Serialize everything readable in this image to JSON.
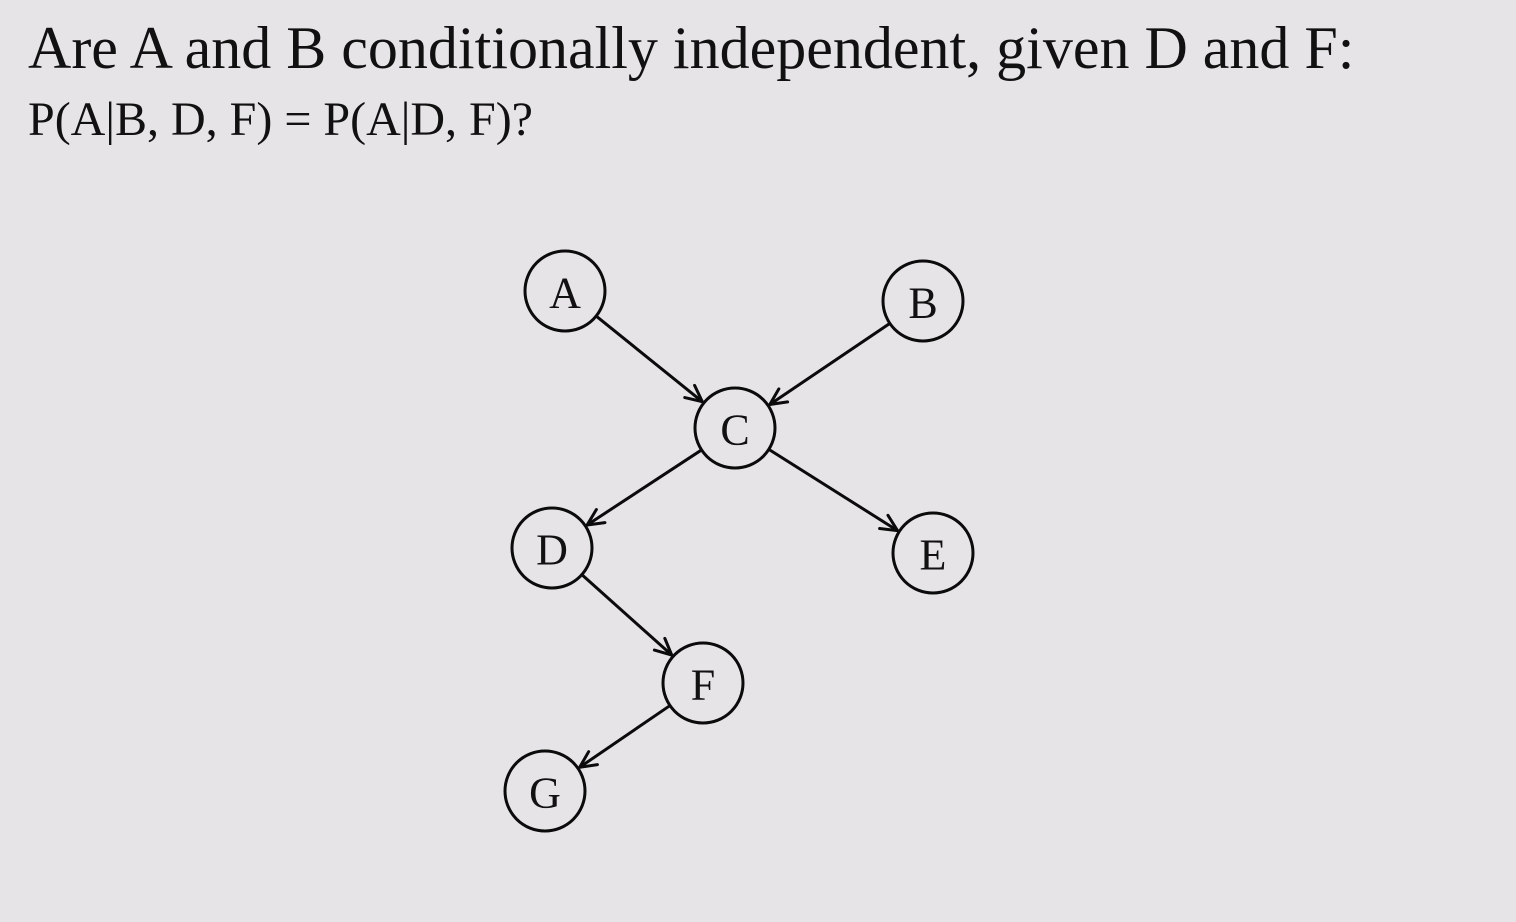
{
  "question": {
    "heading": "Are A and B conditionally independent, given D and F:",
    "equation": "P(A|B, D, F) = P(A|D, F)?"
  },
  "graph": {
    "nodes": [
      {
        "id": "A",
        "label": "A"
      },
      {
        "id": "B",
        "label": "B"
      },
      {
        "id": "C",
        "label": "C"
      },
      {
        "id": "D",
        "label": "D"
      },
      {
        "id": "E",
        "label": "E"
      },
      {
        "id": "F",
        "label": "F"
      },
      {
        "id": "G",
        "label": "G"
      }
    ],
    "edges": [
      {
        "from": "A",
        "to": "C"
      },
      {
        "from": "B",
        "to": "C"
      },
      {
        "from": "C",
        "to": "D"
      },
      {
        "from": "C",
        "to": "E"
      },
      {
        "from": "D",
        "to": "F"
      },
      {
        "from": "F",
        "to": "G"
      }
    ]
  }
}
